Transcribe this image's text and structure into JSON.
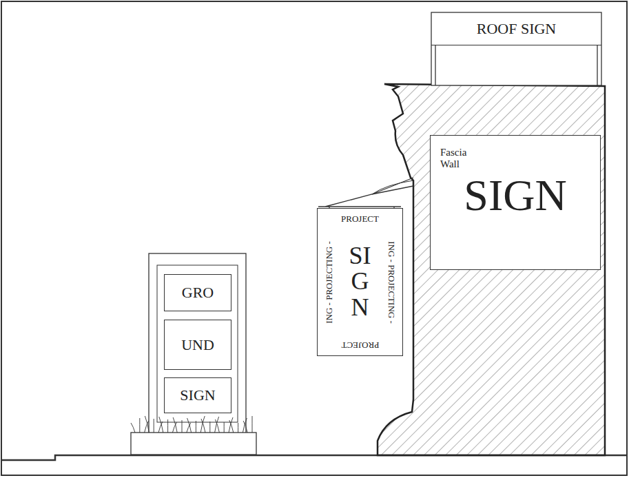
{
  "diagram": {
    "nodes": [
      {
        "text": [
          "ROOF SIGN"
        ]
      },
      {
        "text": [
          "Fascia Wall",
          "SIGN"
        ]
      },
      {
        "text": [
          "PROJECT",
          "SIGN",
          "ING - PROJECTING -",
          "ING - PROJECTING -",
          "PROJECT"
        ]
      },
      {
        "text": [
          "GRO"
        ]
      },
      {
        "text": [
          "UND"
        ]
      },
      {
        "text": [
          "SIGN"
        ]
      }
    ]
  }
}
